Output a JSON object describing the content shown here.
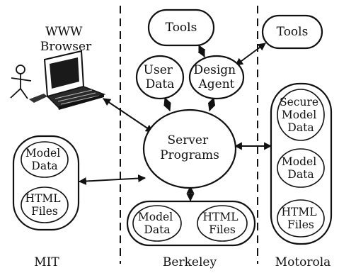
{
  "nodes": {
    "www_browser": [
      "WWW",
      "Browser"
    ],
    "tools_berkeley": [
      "Tools"
    ],
    "tools_motorola": [
      "Tools"
    ],
    "user_data": [
      "User",
      "Data"
    ],
    "design_agent": [
      "Design",
      "Agent"
    ],
    "server_programs": [
      "Server",
      "Programs"
    ],
    "mit_model_data": [
      "Model",
      "Data"
    ],
    "mit_html_files": [
      "HTML",
      "Files"
    ],
    "berkeley_model_data": [
      "Model",
      "Data"
    ],
    "berkeley_html_files": [
      "HTML",
      "Files"
    ],
    "motorola_secure_model_data": [
      "Secure",
      "Model",
      "Data"
    ],
    "motorola_model_data": [
      "Model",
      "Data"
    ],
    "motorola_html_files": [
      "HTML",
      "Files"
    ]
  },
  "sites": {
    "mit": "MIT",
    "berkeley": "Berkeley",
    "motorola": "Motorola"
  },
  "colors": {
    "ink": "#111111",
    "background": "#ffffff"
  },
  "icons": [
    "person-icon",
    "laptop-icon"
  ]
}
